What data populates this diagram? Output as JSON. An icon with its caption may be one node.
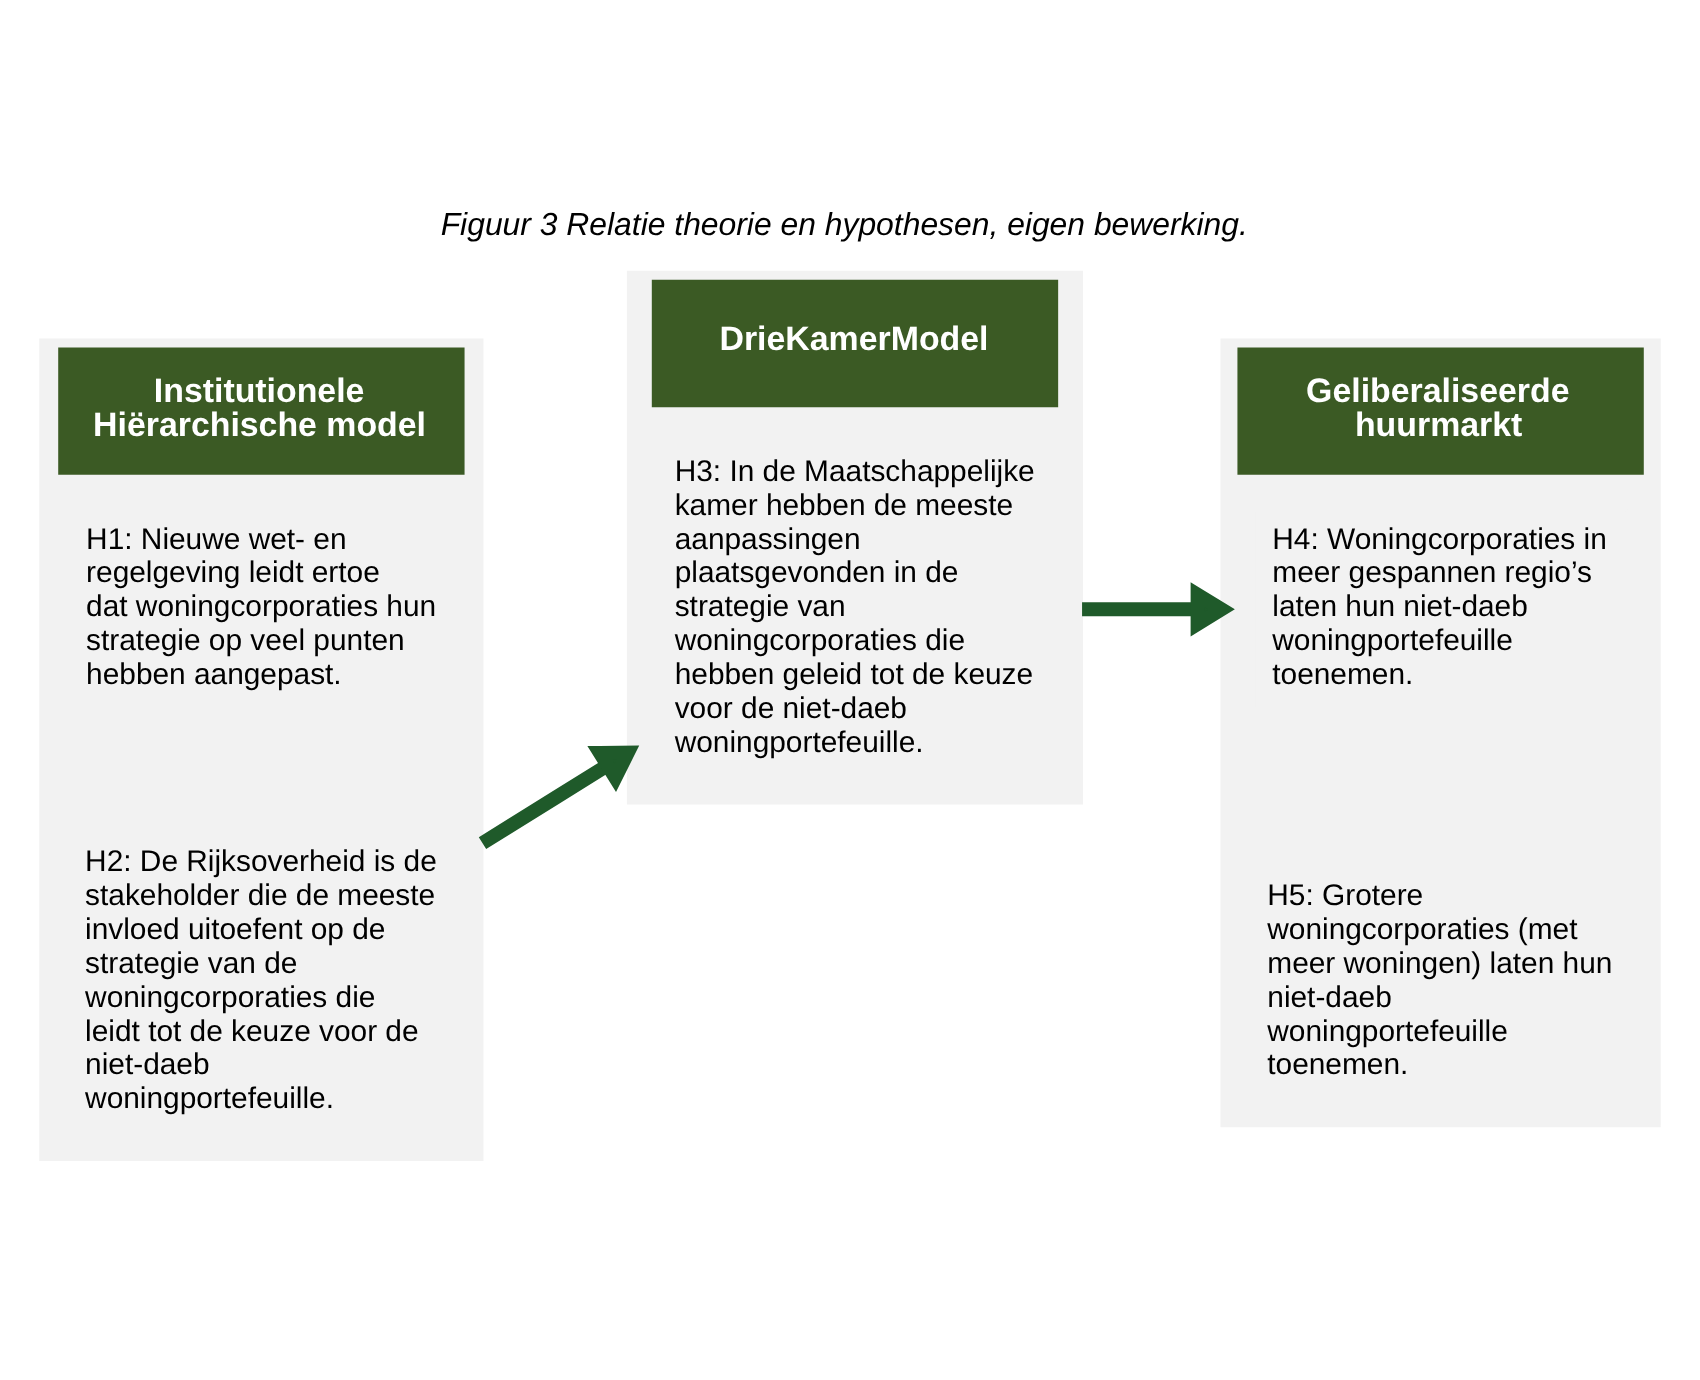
{
  "diagram": {
    "caption": "Figuur 3 Relatie theorie en hypothesen, eigen bewerking.",
    "nodes": [
      {
        "text": [
          "Institutionele Hiërarchische model"
        ]
      },
      {
        "text": [
          "H1: Nieuwe wet- en regelgeving leidt ertoe dat woningcorporaties hun strategie op veel punten hebben aangepast."
        ],
        "in": 0
      },
      {
        "text": [
          "H2: De Rijksoverheid is de stakeholder die de meeste invloed uitoefent op de strategie van de woningcorporaties die leidt tot de keuze voor de niet-daeb woningportefeuille."
        ],
        "in": 0
      },
      {
        "text": [
          "DrieKamerModel"
        ]
      },
      {
        "text": [
          "H3: In de Maatschappelijke kamer hebben de meeste aanpassingen plaatsgevonden in de strategie van woningcorporaties die hebben geleid tot de keuze voor de niet-daeb woningportefeuille."
        ],
        "in": 3
      },
      {
        "text": [
          "Geliberaliseerde huurmarkt"
        ]
      },
      {
        "text": [
          "H4: Woningcorporaties in meer gespannen regio’s laten hun niet-daeb woningportefeuille toenemen."
        ],
        "in": 5
      },
      {
        "text": [
          "H5: Grotere woningcorporaties (met meer woningen) laten hun niet-daeb woningportefeuille toenemen."
        ],
        "in": 5
      }
    ],
    "edges": [
      {
        "from": 0,
        "to": 3,
        "arrow": "to"
      },
      {
        "from": 3,
        "to": 5,
        "arrow": "to"
      }
    ]
  }
}
